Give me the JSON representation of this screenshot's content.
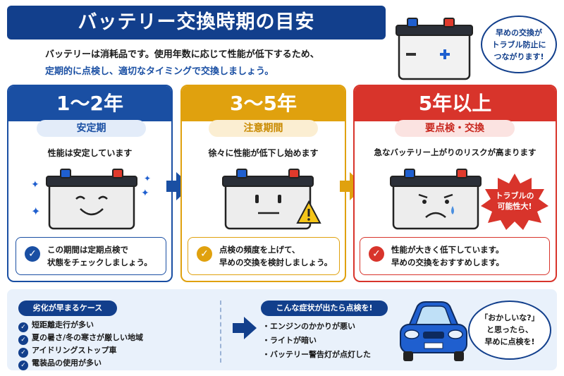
{
  "title": "バッテリー交換時期の目安",
  "intro": {
    "line1": "バッテリーは消耗品です。使用年数に応じて性能が低下するため、",
    "line2": "定期的に点検し、適切なタイミングで交換しましょう。"
  },
  "top_bubble": [
    "早めの交換が",
    "トラブル防止に",
    "つながります!"
  ],
  "cards": [
    {
      "years": "1〜2年",
      "status": "安定期",
      "desc": "性能は安定しています",
      "note": [
        "この期間は定期点検で",
        "状態をチェックしましょう。"
      ],
      "color": "#1a4fa3"
    },
    {
      "years": "3〜5年",
      "status": "注意期間",
      "desc": "徐々に性能が低下し始めます",
      "note": [
        "点検の頻度を上げて、",
        "早めの交換を検討しましょう。"
      ],
      "color": "#e0a10e"
    },
    {
      "years": "5年以上",
      "status": "要点検・交換",
      "desc": "急なバッテリー上がりのリスクが高まります",
      "note": [
        "性能が大きく低下しています。",
        "早めの交換をおすすめします。"
      ],
      "color": "#d8342b"
    }
  ],
  "trouble_burst": [
    "トラブルの",
    "可能性大!"
  ],
  "bottom": {
    "cases_title": "劣化が早まるケース",
    "cases": [
      "短距離走行が多い",
      "夏の暑さ/冬の寒さが厳しい地域",
      "アイドリングストップ車",
      "電装品の使用が多い"
    ],
    "symptoms_title": "こんな症状が出たら点検を!",
    "symptoms": [
      "・エンジンのかかりが悪い",
      "・ライトが暗い",
      "・バッテリー警告灯が点灯した"
    ],
    "bubble": [
      "「おかしいな?」",
      "と思ったら、",
      "早めに点検を!"
    ]
  }
}
